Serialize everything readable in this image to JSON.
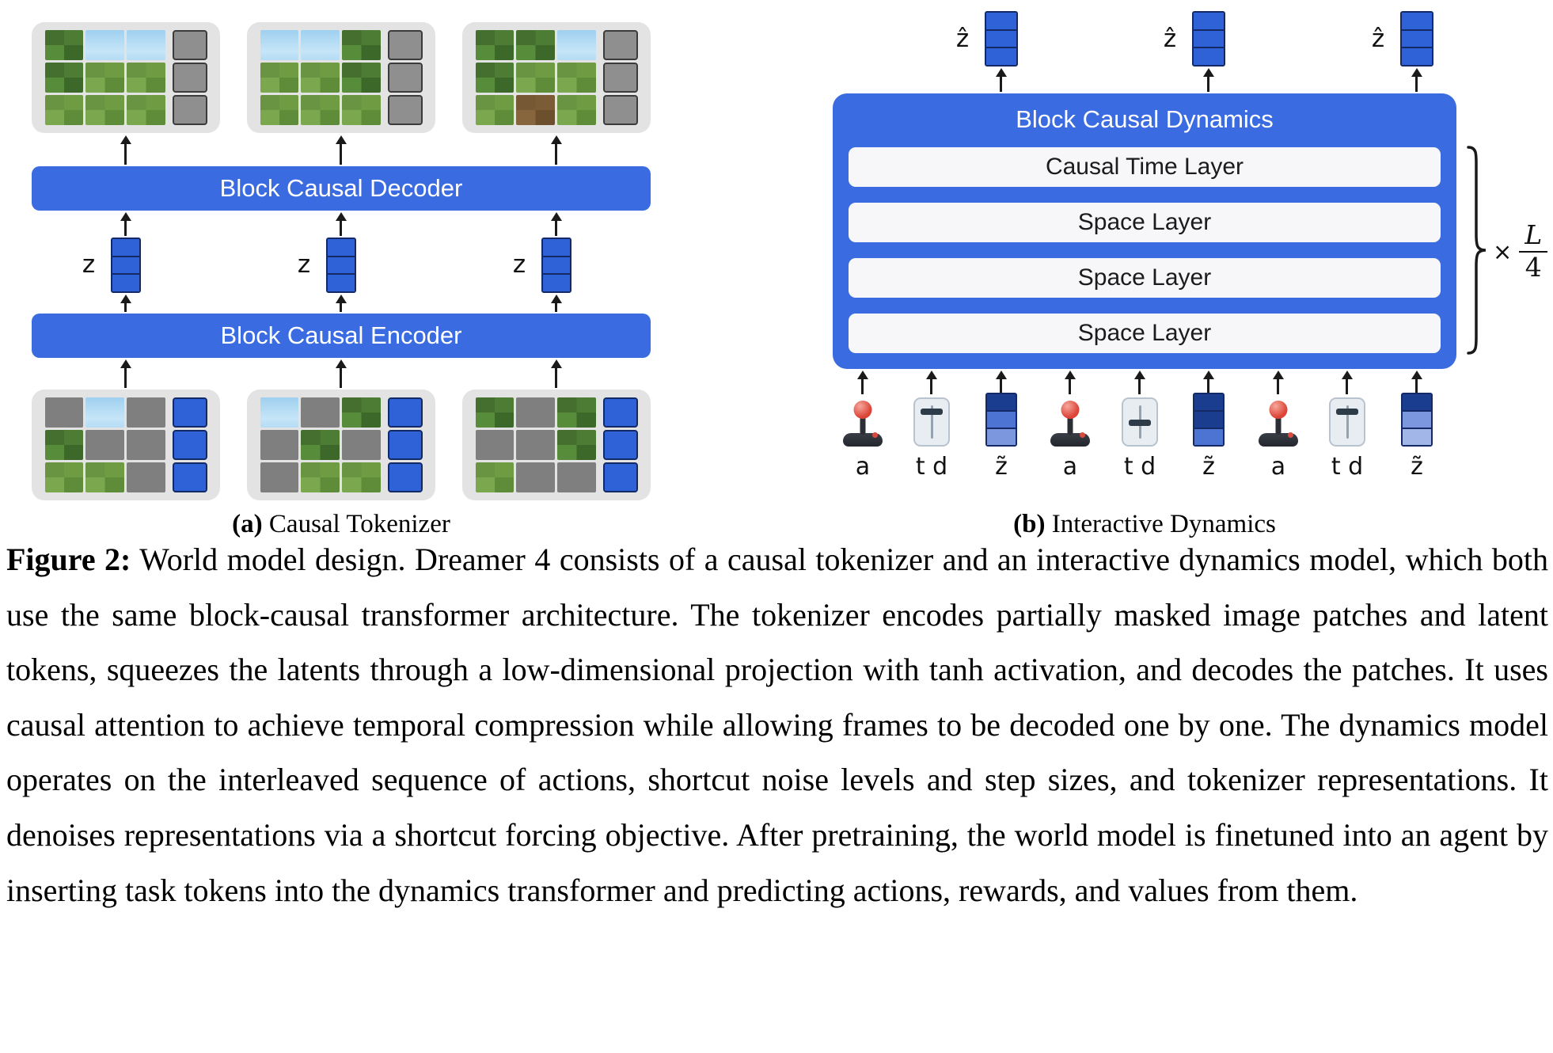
{
  "colors": {
    "accent_blue": "#3a6be0",
    "token_blue": "#2e62d6",
    "token_navy": "#142a66",
    "token_gray": "#8f8f8f",
    "layer_bg": "#f7f7f9",
    "tile_bg": "#e3e3e3"
  },
  "panel_a": {
    "caption_tag": "(a)",
    "caption_text": "Causal Tokenizer",
    "decoder_label": "Block Causal Decoder",
    "encoder_label": "Block Causal Encoder",
    "z_label": "z",
    "top_tiles": [
      {
        "cells": [
          "leaf",
          "sky",
          "sky",
          "leaf",
          "grass",
          "grass",
          "grass",
          "grass",
          "grass"
        ],
        "column": [
          "gray",
          "gray",
          "gray"
        ]
      },
      {
        "cells": [
          "sky",
          "sky",
          "leaf",
          "grass",
          "grass",
          "leaf",
          "grass",
          "grass",
          "grass"
        ],
        "column": [
          "gray",
          "gray",
          "gray"
        ]
      },
      {
        "cells": [
          "leaf",
          "leaf",
          "sky",
          "leaf",
          "grass",
          "grass",
          "grass",
          "dirt",
          "grass"
        ],
        "column": [
          "gray",
          "gray",
          "gray"
        ]
      }
    ],
    "bottom_tiles": [
      {
        "cells": [
          "mask",
          "sky",
          "mask",
          "leaf",
          "mask",
          "mask",
          "grass",
          "grass",
          "mask"
        ],
        "column": [
          "blue",
          "blue",
          "blue"
        ]
      },
      {
        "cells": [
          "sky",
          "mask",
          "leaf",
          "mask",
          "leaf",
          "mask",
          "mask",
          "grass",
          "grass"
        ],
        "column": [
          "blue",
          "blue",
          "blue"
        ]
      },
      {
        "cells": [
          "leaf",
          "mask",
          "leaf",
          "mask",
          "mask",
          "leaf",
          "grass",
          "mask",
          "mask"
        ],
        "column": [
          "blue",
          "blue",
          "blue"
        ]
      }
    ],
    "z_stacks": [
      {
        "cells": [
          "blue",
          "blue",
          "blue"
        ]
      },
      {
        "cells": [
          "blue",
          "blue",
          "blue"
        ]
      },
      {
        "cells": [
          "blue",
          "blue",
          "blue"
        ]
      }
    ]
  },
  "panel_b": {
    "caption_tag": "(b)",
    "caption_text": "Interactive Dynamics",
    "title": "Block Causal Dynamics",
    "layers": [
      "Causal Time Layer",
      "Space Layer",
      "Space Layer",
      "Space Layer"
    ],
    "zhat_label": "ẑ",
    "zhat_stacks": [
      {
        "cells": [
          "blue",
          "blue",
          "blue"
        ]
      },
      {
        "cells": [
          "blue",
          "blue",
          "blue"
        ]
      },
      {
        "cells": [
          "blue",
          "blue",
          "blue"
        ]
      }
    ],
    "repeat": {
      "times": "×",
      "numerator": "L",
      "denominator": "4"
    },
    "inputs": [
      {
        "type": "joystick",
        "label": "a"
      },
      {
        "type": "slider",
        "label": "t d",
        "pos": "high"
      },
      {
        "type": "stack",
        "label": "z̃",
        "cells": [
          "dark",
          "mid",
          "light"
        ]
      },
      {
        "type": "joystick",
        "label": "a"
      },
      {
        "type": "slider",
        "label": "t d",
        "pos": "mid"
      },
      {
        "type": "stack",
        "label": "z̃",
        "cells": [
          "dark",
          "dark",
          "mid"
        ]
      },
      {
        "type": "joystick",
        "label": "a"
      },
      {
        "type": "slider",
        "label": "t d",
        "pos": "high"
      },
      {
        "type": "stack",
        "label": "z̃",
        "cells": [
          "dark",
          "light",
          "lighter"
        ]
      }
    ]
  },
  "figure_caption": {
    "tag": "Figure 2:",
    "text": "World model design. Dreamer 4 consists of a causal tokenizer and an interactive dynamics model, which both use the same block-causal transformer architecture. The tokenizer encodes partially masked image patches and latent tokens, squeezes the latents through a low-dimensional projection with tanh activation, and decodes the patches. It uses causal attention to achieve temporal compression while allowing frames to be decoded one by one. The dynamics model operates on the interleaved sequence of actions, shortcut noise levels and step sizes, and tokenizer representations. It denoises representations via a shortcut forcing objective. After pretraining, the world model is finetuned into an agent by inserting task tokens into the dynamics transformer and predicting actions, rewards, and values from them."
  }
}
